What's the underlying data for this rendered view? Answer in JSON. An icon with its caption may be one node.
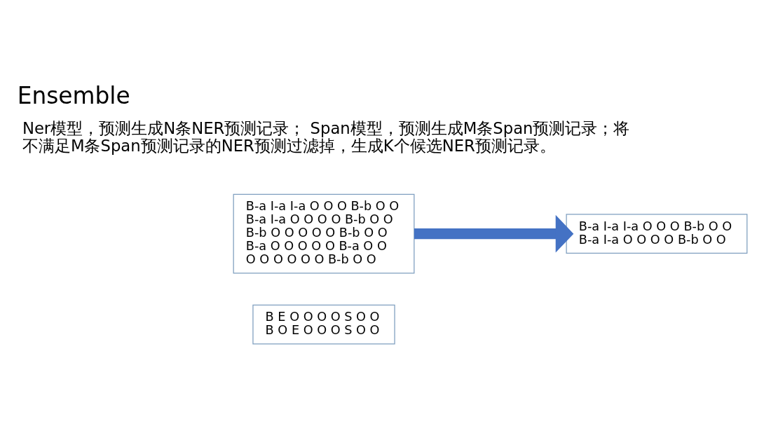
{
  "diagram": {
    "title": "Ensemble",
    "nodes": [
      {
        "text": [
          "B-a I-a I-a O O O B-b O O",
          "B-a I-a O O O O B-b O O",
          "B-b O O O O O B-b O O",
          "B-a O O O O O B-a O O",
          "O O O O O O B-b O O"
        ]
      },
      {
        "text": [
          "B E O O O O S O O",
          "B O E O O O S O O"
        ]
      },
      {
        "text": [
          "B-a I-a I-a O O O B-b O O",
          "B-a I-a O O O O B-b O O"
        ]
      }
    ],
    "edges": [
      {
        "from": 0,
        "to": 2,
        "arrow": "to",
        "color": "#4472c4"
      }
    ],
    "labels": [
      "Ner模型，预测生成N条NER预测记录； Span模型，预测生成M条Span预测记录；将不满足M条Span预测记录的NER预测过滤掉，生成K个候选NER预测记录。"
    ]
  }
}
